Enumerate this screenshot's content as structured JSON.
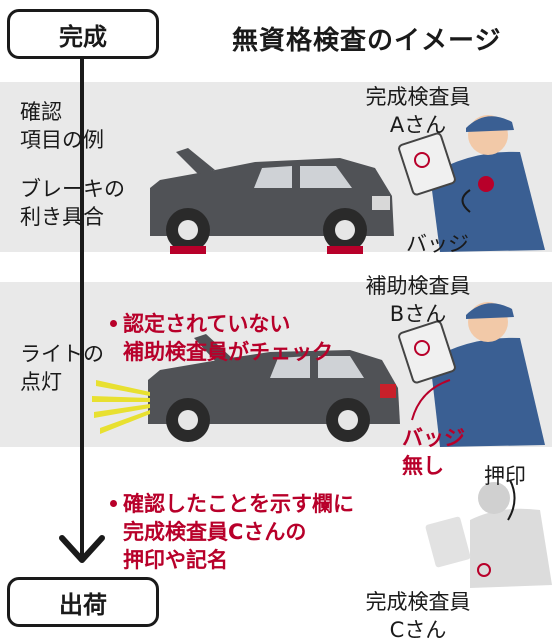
{
  "title": "無資格検査のイメージ",
  "flow": {
    "start": "完成",
    "end": "出荷"
  },
  "left_labels": {
    "heading": "確認\n項目の例",
    "brake": "ブレーキの\n利き具合",
    "light": "ライトの\n点灯"
  },
  "inspectors": {
    "a": "完成検査員\nAさん",
    "b": "補助検査員\nBさん",
    "c": "完成検査員\nCさん"
  },
  "badge": {
    "has": "バッジ",
    "none": "バッジ\n無し"
  },
  "stamp_label": "押印",
  "notes": {
    "uncertified": "認定されていない\n補助検査員がチェック",
    "record": "確認したことを示す欄に\n完成検査員Cさんの\n押印や記名"
  },
  "colors": {
    "accent_red": "#b8002a",
    "uniform_blue": "#3a5f93",
    "car_gray": "#505256",
    "light_yellow": "#e8e030",
    "band_gray": "#e9e9e9"
  }
}
